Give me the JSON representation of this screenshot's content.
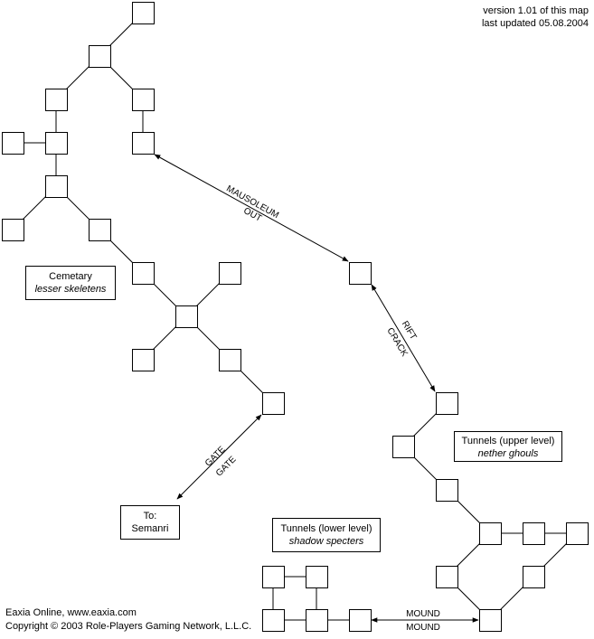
{
  "header": {
    "version": "version 1.01 of this map",
    "updated": "last updated 05.08.2004"
  },
  "footer": {
    "site": "Eaxia Online, www.eaxia.com",
    "copyright": "Copyright © 2003 Role-Players Gaming Network, L.L.C."
  },
  "areas": {
    "cemetary": {
      "name": "Cemetary",
      "creature": "lesser skeletens"
    },
    "tunnels_upper": {
      "name": "Tunnels (upper level)",
      "creature": "nether ghouls"
    },
    "tunnels_lower": {
      "name": "Tunnels (lower level)",
      "creature": "shadow specters"
    },
    "to_semanri": {
      "line1": "To:",
      "line2": "Semanri"
    }
  },
  "exits": {
    "mausoleum": {
      "a": "MAUSOLEUM",
      "b": "OUT"
    },
    "rift": {
      "a": "RIFT",
      "b": "CRACK"
    },
    "gate": {
      "a": "GATE",
      "b": "GATE"
    },
    "mound": {
      "a": "MOUND",
      "b": "MOUND"
    }
  }
}
